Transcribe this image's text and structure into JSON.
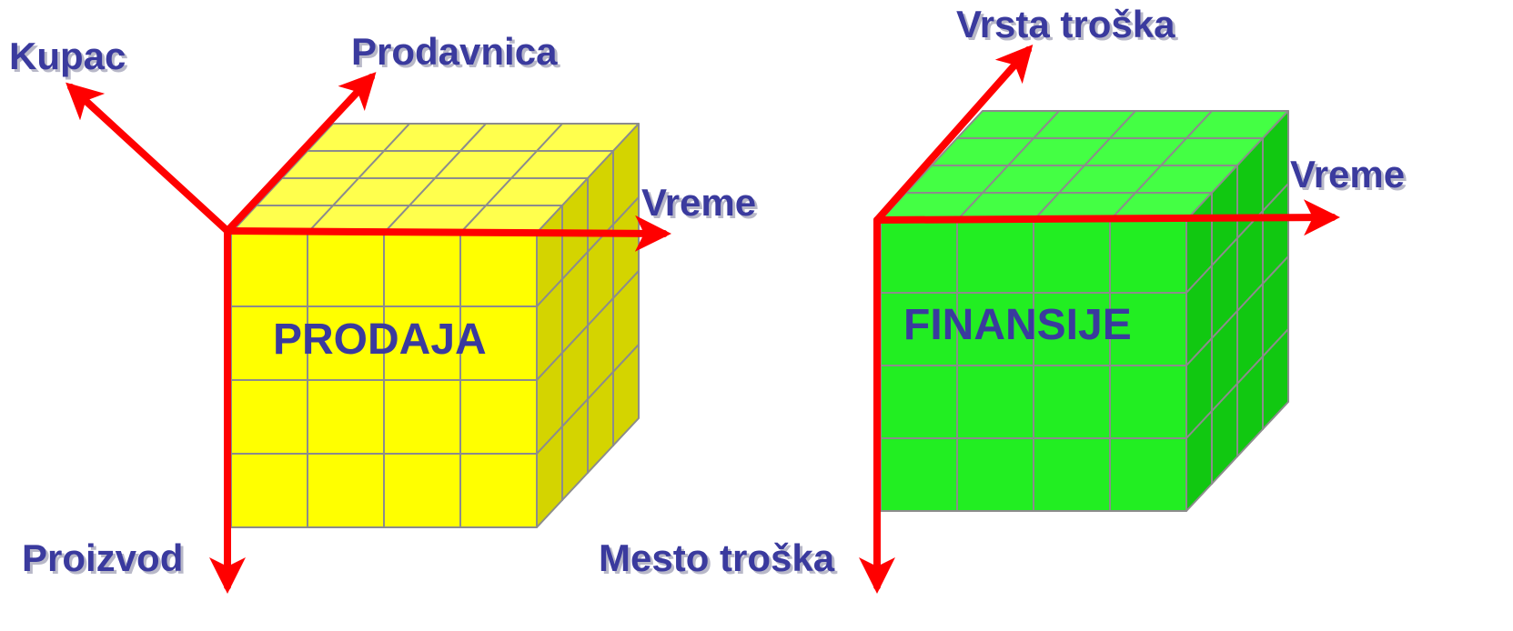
{
  "cubes": [
    {
      "id": "prodaja",
      "title": "PRODAJA",
      "colors": {
        "front": "#ffff00",
        "top": "#ffff4d",
        "side": "#d4d400",
        "edge": "#8c8c8c"
      },
      "axes": {
        "up_left": "Kupac",
        "up_right": "Prodavnica",
        "right": "Vreme",
        "down": "Proizvod"
      }
    },
    {
      "id": "finansije",
      "title": "FINANSIJE",
      "colors": {
        "front": "#22ee22",
        "top": "#44ff44",
        "side": "#11c811",
        "edge": "#8c8c8c"
      },
      "axes": {
        "up_right": "Vrsta troška",
        "right": "Vreme",
        "down": "Mesto troška"
      }
    }
  ],
  "colors": {
    "arrow": "#ff0000",
    "label": "#3a3a9e"
  }
}
